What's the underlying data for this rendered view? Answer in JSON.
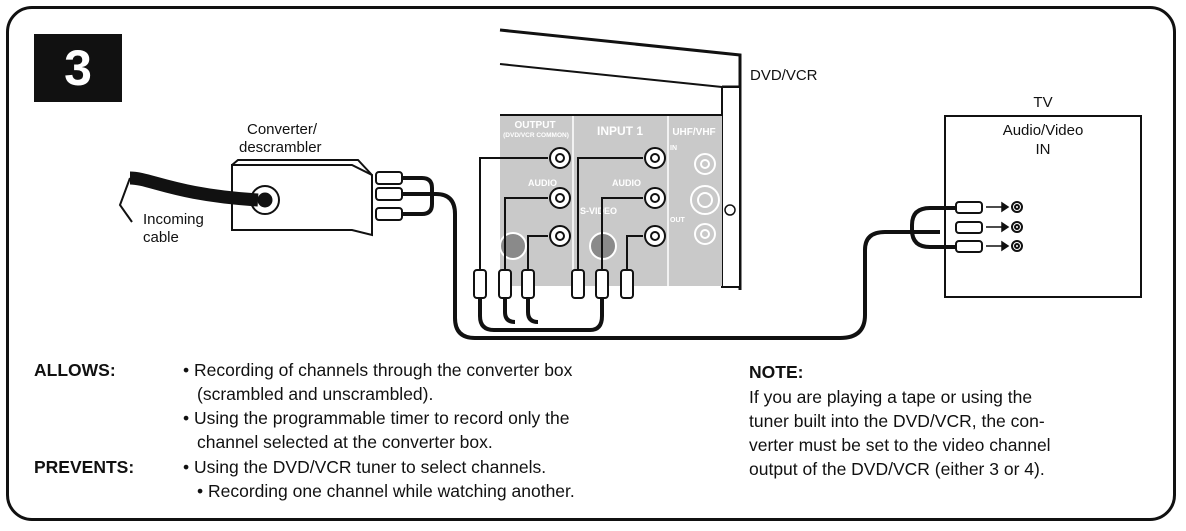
{
  "step_number": "3",
  "labels": {
    "dvdvcr": "DVD/VCR",
    "tv": "TV",
    "tv_input_line1": "Audio/Video",
    "tv_input_line2": "IN",
    "converter_line1": "Converter/",
    "converter_line2": "descrambler",
    "incoming_line1": "Incoming",
    "incoming_line2": "cable"
  },
  "panel": {
    "output_title": "OUTPUT",
    "output_sub": "(DVD/VCR COMMON)",
    "input1": "INPUT 1",
    "uhfvhf": "UHF/VHF",
    "audio_out": "AUDIO",
    "audio_in": "AUDIO",
    "svideo": "S-VIDEO",
    "jack_in": "IN",
    "jack_out": "OUT"
  },
  "allows": {
    "heading": "ALLOWS:",
    "items": [
      "• Recording of channels through the converter box",
      "(scrambled and unscrambled).",
      "• Using the programmable timer to record only the",
      "channel selected at the converter box."
    ]
  },
  "prevents": {
    "heading": "PREVENTS:",
    "items": [
      "• Using the DVD/VCR tuner to select channels.",
      "• Recording one channel while watching another."
    ]
  },
  "note": {
    "heading": "NOTE:",
    "lines": [
      "If you are playing a tape or using the",
      "tuner built into the DVD/VCR, the con-",
      "verter must be set to the video channel",
      "output of the DVD/VCR (either 3 or 4)."
    ]
  },
  "colors": {
    "ink": "#111111",
    "panel_gray": "#c9c9c9",
    "panel_dark": "#8a8a8a"
  }
}
